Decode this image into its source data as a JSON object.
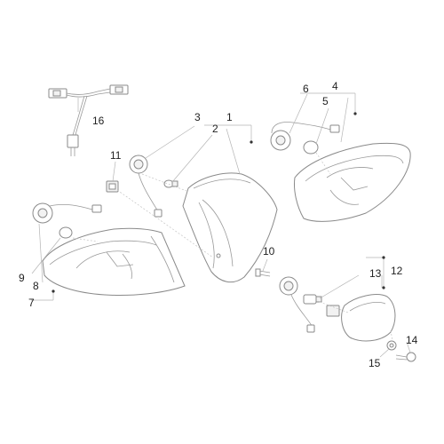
{
  "callouts": [
    {
      "id": "c1",
      "text": "1"
    },
    {
      "id": "c2",
      "text": "2"
    },
    {
      "id": "c3",
      "text": "3"
    },
    {
      "id": "c4",
      "text": "4"
    },
    {
      "id": "c5",
      "text": "5"
    },
    {
      "id": "c6",
      "text": "6"
    },
    {
      "id": "c7",
      "text": "7"
    },
    {
      "id": "c8",
      "text": "8"
    },
    {
      "id": "c9",
      "text": "9"
    },
    {
      "id": "c10",
      "text": "10"
    },
    {
      "id": "c11",
      "text": "11"
    },
    {
      "id": "c12",
      "text": "12"
    },
    {
      "id": "c13",
      "text": "13"
    },
    {
      "id": "c14",
      "text": "14"
    },
    {
      "id": "c15",
      "text": "15"
    },
    {
      "id": "c16",
      "text": "16"
    }
  ],
  "colors": {
    "line": "#8a8a8a",
    "text": "#222222"
  }
}
